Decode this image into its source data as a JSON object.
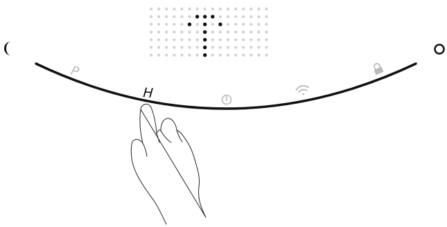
{
  "dot_display": {
    "columns": 15,
    "rows": 6,
    "dot_color_off": "#d4d4d4",
    "dot_color_on": "#111111",
    "lit_dots": [
      [
        1,
        6
      ],
      [
        1,
        7
      ],
      [
        1,
        8
      ],
      [
        2,
        5
      ],
      [
        2,
        7
      ],
      [
        2,
        9
      ],
      [
        3,
        7
      ],
      [
        4,
        7
      ],
      [
        5,
        7
      ],
      [
        6,
        7
      ]
    ]
  },
  "dial": {
    "left_icon": "moon-icon",
    "right_icon": "circle-icon",
    "stroke_color": "#111111",
    "inactive_color": "#b9b9b9",
    "modes": [
      {
        "id": "p",
        "label": "P",
        "icon": "",
        "active": false
      },
      {
        "id": "h",
        "label": "H",
        "icon": "",
        "active": true
      },
      {
        "id": "power",
        "label": "",
        "icon": "power-icon",
        "active": false
      },
      {
        "id": "wifi",
        "label": "",
        "icon": "wifi-icon",
        "active": false
      },
      {
        "id": "lock",
        "label": "",
        "icon": "lock-icon",
        "active": false
      }
    ]
  },
  "gesture": {
    "icon": "hand-pointer-icon"
  }
}
